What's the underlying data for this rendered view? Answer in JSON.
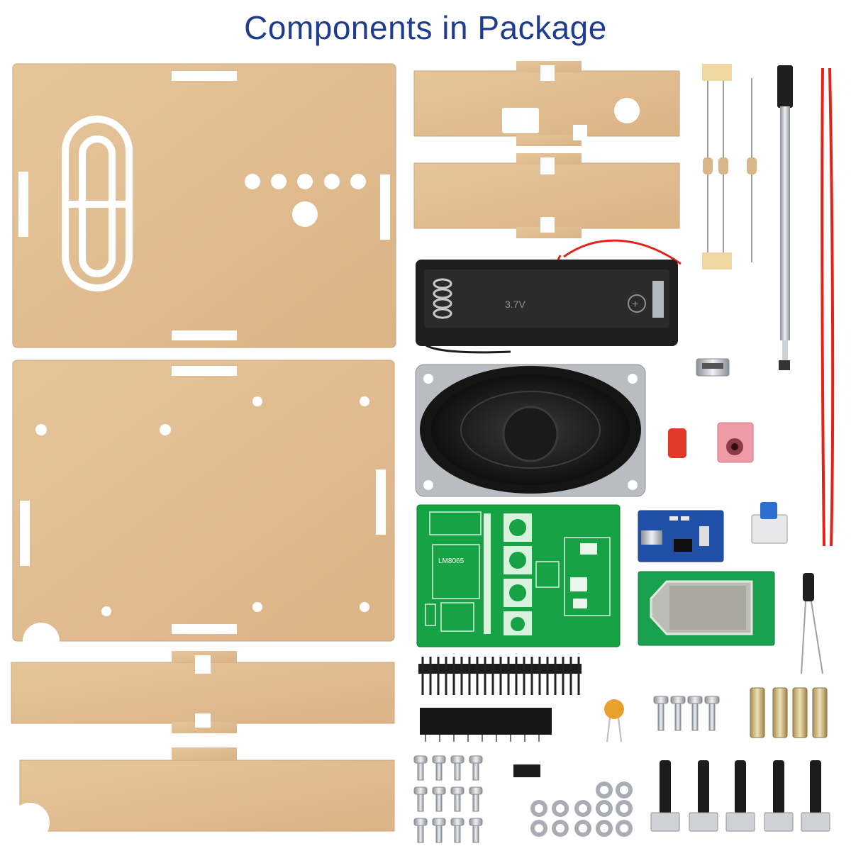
{
  "title": "Components in Package",
  "battery_holder_label": "3.7V",
  "pcb_chip_label": "LM8065",
  "colors": {
    "title": "#1f3c8f",
    "acrylic": "#e2bf92",
    "acrylic_edge": "#cda57a",
    "pcb_green": "#17a345",
    "wire_red": "#e0241b",
    "black_part": "#1c1c1c"
  }
}
